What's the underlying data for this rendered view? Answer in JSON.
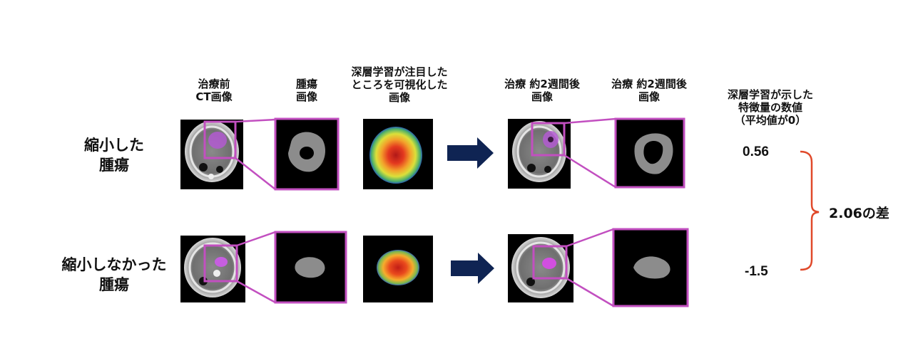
{
  "headers": {
    "pre_ct": "治療前\nCT画像",
    "tumor": "腫瘍\n画像",
    "attention": "深層学習が注目した\nところを可視化した\n画像",
    "post_ct": "治療 約2週間後\n画像",
    "post_tumor": "治療 約2週間後\n画像",
    "feature": "深層学習が示した\n特徴量の数値\n（平均値が0）"
  },
  "rows": [
    {
      "label": "縮小した\n腫瘍",
      "value": "0.56"
    },
    {
      "label": "縮小しなかった\n腫瘍",
      "value": "-1.5"
    }
  ],
  "difference_label": "2.06の差",
  "colors": {
    "magenta": "#c24fc0",
    "arrow": "#0f2453",
    "bracket": "#e0492a"
  }
}
